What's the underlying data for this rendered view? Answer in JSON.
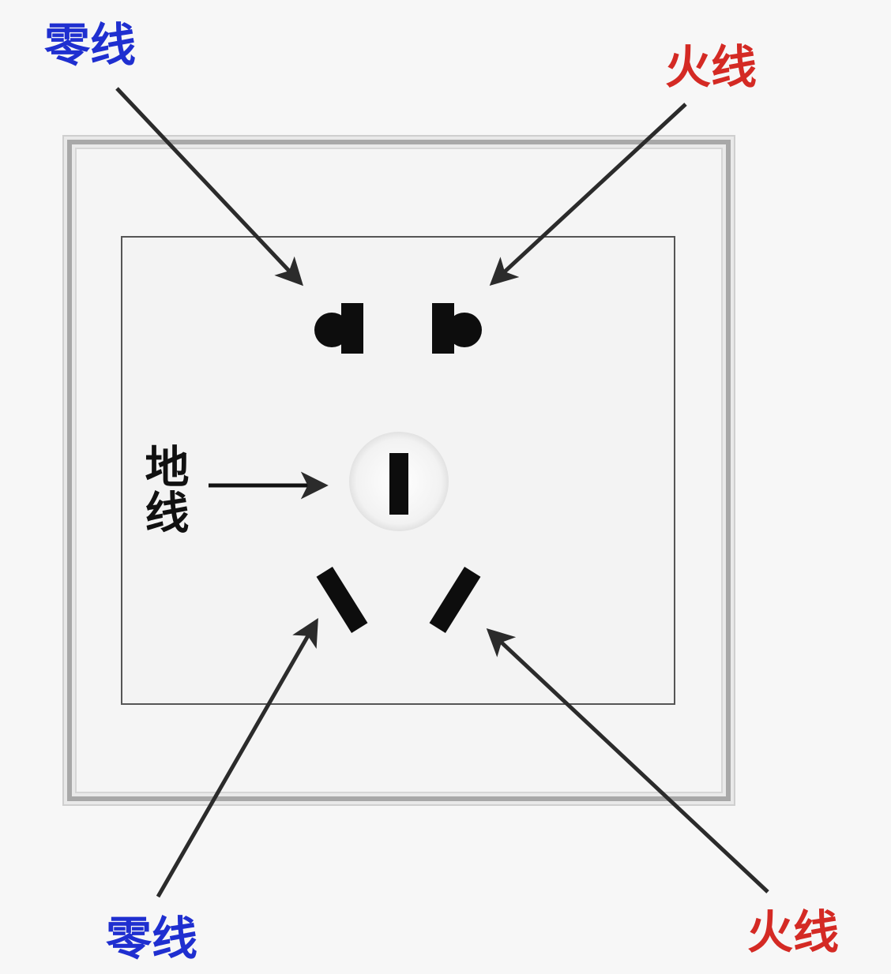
{
  "labels": {
    "top_left": "零线",
    "top_right": "火线",
    "ground": "地线",
    "bottom_left": "零线",
    "bottom_right": "火线"
  },
  "colors": {
    "neutral": "#1f2fd0",
    "live": "#d42a24",
    "ground": "#111111",
    "arrow": "#2b2b2b",
    "plate": "#f4f4f4",
    "frame": "#9a9a9a",
    "slot": "#0d0d0d"
  }
}
